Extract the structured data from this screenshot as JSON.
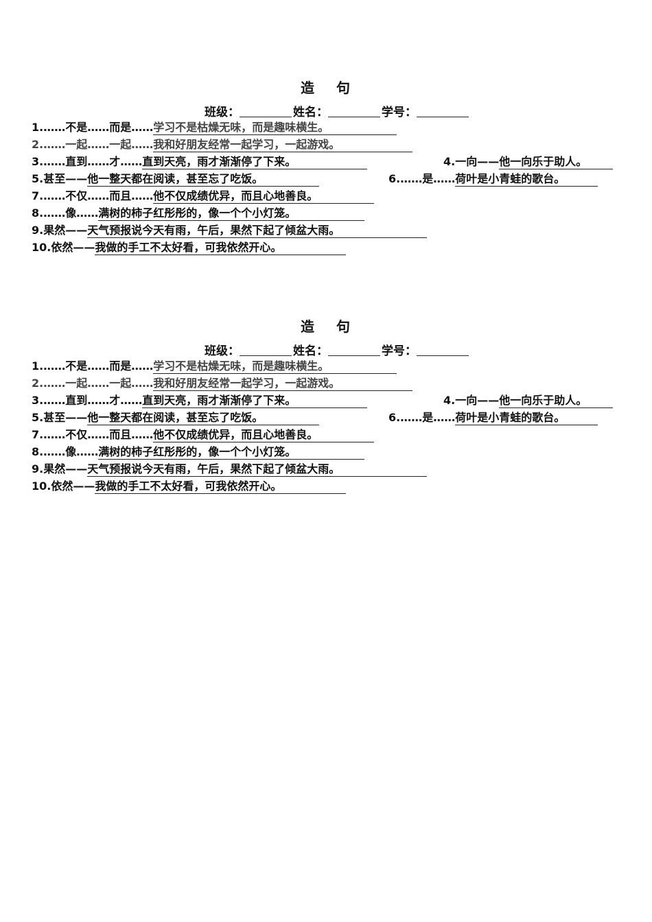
{
  "sheets": [
    {
      "title_part1": "造",
      "title_part2": "句",
      "info": {
        "class_label": "班级：",
        "name_label": "姓名：",
        "id_label": "学号："
      },
      "items": [
        {
          "num": "1.",
          "prompt": "……不是……而是……",
          "answer": "学习不是枯燥无味，而是趣味横生。"
        },
        {
          "num": "2.",
          "prompt": "……一起……一起……",
          "answer": "我和好朋友经常一起学习，一起游戏。"
        },
        {
          "num": "3.",
          "prompt": "……直到……才……",
          "answer": "直到天亮，雨才渐渐停了下来。"
        },
        {
          "num": "4.",
          "prompt": "一向——",
          "answer": "他一向乐于助人。"
        },
        {
          "num": "5.",
          "prompt": "甚至——",
          "answer": "他一整天都在阅读，甚至忘了吃饭。"
        },
        {
          "num": "6.",
          "prompt": "……是……",
          "answer": "荷叶是小青蛙的歌台。"
        },
        {
          "num": "7.",
          "prompt": "……不仅……而且……",
          "answer": "他不仅成绩优异，而且心地善良。"
        },
        {
          "num": "8.",
          "prompt": "……像……",
          "answer": "满树的柿子红彤彤的，像一个个小灯笼。"
        },
        {
          "num": "9.",
          "prompt": "果然——",
          "answer": "天气预报说今天有雨，午后，果然下起了倾盆大雨。"
        },
        {
          "num": "10.",
          "prompt": "依然——",
          "answer": "我做的手工不太好看，可我依然开心。"
        }
      ]
    },
    {
      "title_part1": "造",
      "title_part2": "句",
      "info": {
        "class_label": "班级：",
        "name_label": "姓名：",
        "id_label": "学号："
      },
      "items": [
        {
          "num": "1.",
          "prompt": "……不是……而是……",
          "answer": "学习不是枯燥无味，而是趣味横生。"
        },
        {
          "num": "2.",
          "prompt": "……一起……一起……",
          "answer": "我和好朋友经常一起学习，一起游戏。"
        },
        {
          "num": "3.",
          "prompt": "……直到……才……",
          "answer": "直到天亮，雨才渐渐停了下来。"
        },
        {
          "num": "4.",
          "prompt": "一向——",
          "answer": "他一向乐于助人。"
        },
        {
          "num": "5.",
          "prompt": "甚至——",
          "answer": "他一整天都在阅读，甚至忘了吃饭。"
        },
        {
          "num": "6.",
          "prompt": "……是……",
          "answer": "荷叶是小青蛙的歌台。"
        },
        {
          "num": "7.",
          "prompt": "……不仅……而且……",
          "answer": "他不仅成绩优异，而且心地善良。"
        },
        {
          "num": "8.",
          "prompt": "……像……",
          "answer": "满树的柿子红彤彤的，像一个个小灯笼。"
        },
        {
          "num": "9.",
          "prompt": "果然——",
          "answer": "天气预报说今天有雨，午后，果然下起了倾盆大雨。"
        },
        {
          "num": "10.",
          "prompt": "依然——",
          "answer": "我做的手工不太好看，可我依然开心。"
        }
      ]
    }
  ]
}
